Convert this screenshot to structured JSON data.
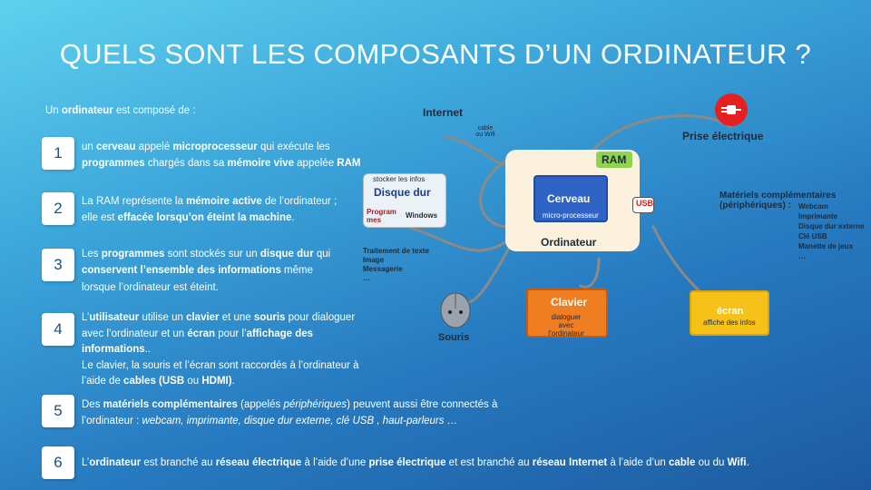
{
  "title": "QUELS SONT LES COMPOSANTS D’UN ORDINATEUR ?",
  "intro": {
    "pre": "Un ",
    "bold": "ordinateur",
    "post": " est composé de :"
  },
  "items": [
    {
      "num": "1",
      "line1": [
        "un ",
        "*cerveau",
        " appelé ",
        "*microprocesseur",
        " qui exécute les"
      ],
      "line2": [
        "*programmes",
        " chargés dans sa ",
        "*mémoire vive",
        " appelée ",
        "*RAM"
      ]
    },
    {
      "num": "2",
      "line1": [
        "La RAM représente la ",
        "*mémoire active",
        " de l’ordinateur ;"
      ],
      "line2": [
        "elle est ",
        "*effacée lorsqu’on éteint la machine",
        "."
      ]
    },
    {
      "num": "3",
      "line1": [
        "Les ",
        "*programmes",
        " sont stockés sur un ",
        "*disque dur",
        " qui"
      ],
      "line2": [
        "*conservent l’ensemble des informations",
        " même"
      ],
      "line3": [
        " lorsque l’ordinateur est éteint."
      ]
    },
    {
      "num": "4",
      "line1": [
        "L’",
        "*utilisateur",
        " utilise un ",
        "*clavier",
        " et une ",
        "*souris",
        " pour dialoguer"
      ],
      "line2": [
        "avec l’ordinateur et un ",
        "*écran",
        " pour l’",
        "*affichage des"
      ],
      "line3": [
        "*informations",
        ".."
      ],
      "line4": [
        "Le clavier, la souris et l’écran sont raccordés à l’ordinateur à"
      ],
      "line5": [
        "l’aide de ",
        "*cables (USB",
        " ou ",
        "*HDMI)",
        "."
      ]
    },
    {
      "num": "5",
      "line1": [
        "Des ",
        "*matériels complémentaires",
        " (appelés ",
        "_périphériques",
        ") peuvent aussi être connectés à"
      ],
      "line2": [
        "l’ordinateur : ",
        "_webcam, imprimante, disque dur externe, clé USB , haut-parleurs …"
      ]
    },
    {
      "num": "6",
      "line1": [
        "L’",
        "*ordinateur",
        " est branché au ",
        "*réseau électrique",
        " à l’aide d’une ",
        "*prise électrique",
        " et est branché au ",
        "*réseau Internet",
        " à l’aide d’un ",
        "*cable",
        " ou du ",
        "*Wifi",
        "."
      ]
    }
  ],
  "diagram": {
    "internet": "Internet",
    "cable_wifi_1": "cable",
    "cable_wifi_2": "ou Wifi",
    "prise": "Prise électrique",
    "ram": "RAM",
    "disque_note": "stocker les infos",
    "disque": "Disque dur",
    "program_1": "Program",
    "program_2": "mes",
    "windows": "Windows",
    "cerveau": "Cerveau",
    "microprocesseur": "micro-processeur",
    "usb": "USB",
    "ordinateur": "Ordinateur",
    "materiels_1": "Matériels complémentaires",
    "materiels_2": "(périphériques) :",
    "periph": [
      "Webcam",
      "Imprimante",
      "Disque dur externe",
      "Clé USB",
      "Manette de jeux",
      "…"
    ],
    "programmes": [
      "Traitement de texte",
      "Image",
      "Messagerie",
      "…"
    ],
    "clavier": "Clavier",
    "clavier_sub_1": "dialoguer avec",
    "clavier_sub_2": "l’ordinateur",
    "ecran": "écran",
    "ecran_sub": "affiche des infos",
    "souris": "Souris",
    "colors": {
      "cerveau": "#2f63c5",
      "clavier": "#ef7d22",
      "ecran": "#f6c21a",
      "ram": "#8fd44c",
      "plug": "#e62020",
      "ordinateur": "#fbf1dc"
    }
  }
}
